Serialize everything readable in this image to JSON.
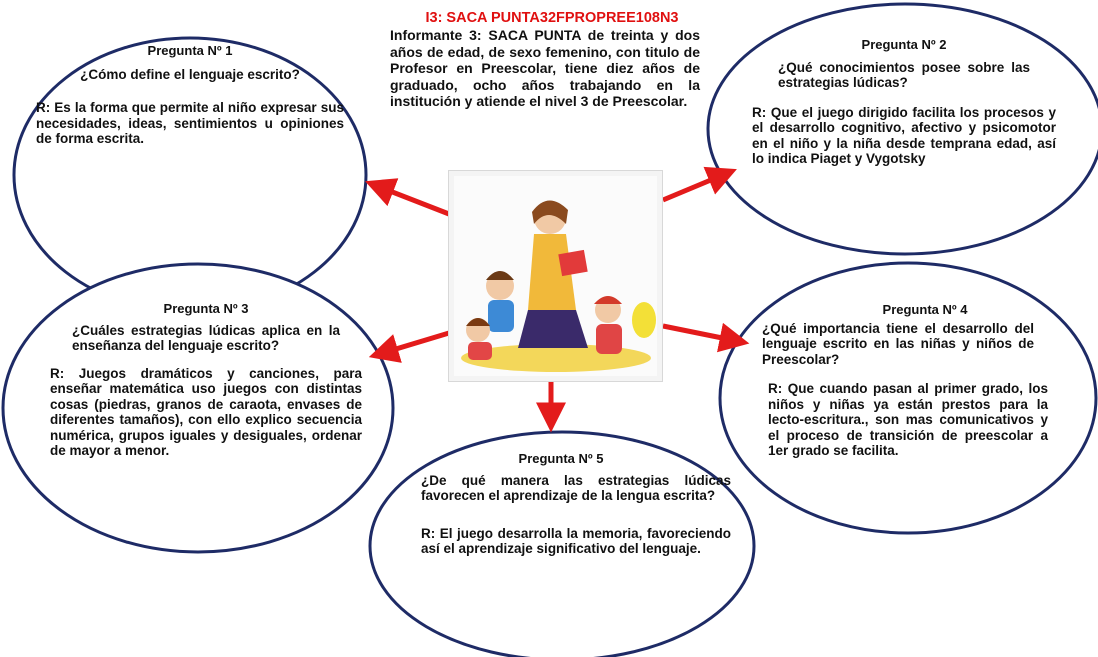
{
  "header": {
    "code": "I3: SACA PUNTA32FPROPREE108N3",
    "informant": "Informante 3: SACA PUNTA de treinta y dos años de edad, de sexo femenino, con titulo de Profesor en Preescolar, tiene diez años de graduado, ocho años trabajando en la institución y atiende el nivel 3 de Preescolar."
  },
  "colors": {
    "arrow": "#e31b1b",
    "oval_stroke": "#1e2b66",
    "header_code": "#e01010"
  },
  "questions": [
    {
      "title": "Pregunta Nº 1",
      "question": "¿Cómo define el lenguaje escrito?",
      "answer": "R: Es la forma que permite al niño expresar sus necesidades, ideas, sentimientos u opiniones de forma escrita."
    },
    {
      "title": "Pregunta Nº 2",
      "question": "¿Qué conocimientos posee sobre las estrategias lúdicas?",
      "answer": "R: Que el juego dirigido facilita los procesos y el desarrollo cognitivo, afectivo y psicomotor en el niño y la niña desde temprana edad, así lo indica Piaget y Vygotsky"
    },
    {
      "title": "Pregunta Nº 3",
      "question": "¿Cuáles estrategias lúdicas aplica en la enseñanza del lenguaje escrito?",
      "answer": "R: Juegos dramáticos y canciones, para enseñar matemática uso juegos con distintas cosas (piedras, granos de caraota, envases de diferentes tamaños), con ello explico secuencia numérica, grupos iguales y desiguales, ordenar de mayor a menor."
    },
    {
      "title": "Pregunta Nº 4",
      "question": "¿Qué importancia tiene el desarrollo del lenguaje escrito en las niñas y niños de Preescolar?",
      "answer": "R: Que cuando pasan al primer grado, los niños y niñas ya están prestos para la lecto-escritura., son mas comunicativos y el proceso de transición de preescolar a 1er grado se facilita."
    },
    {
      "title": "Pregunta Nº 5",
      "question": "¿De qué manera las estrategias lúdicas favorecen el aprendizaje de la lengua escrita?",
      "answer": "R: El juego desarrolla la memoria, favoreciendo así el aprendizaje significativo del lenguaje."
    }
  ]
}
